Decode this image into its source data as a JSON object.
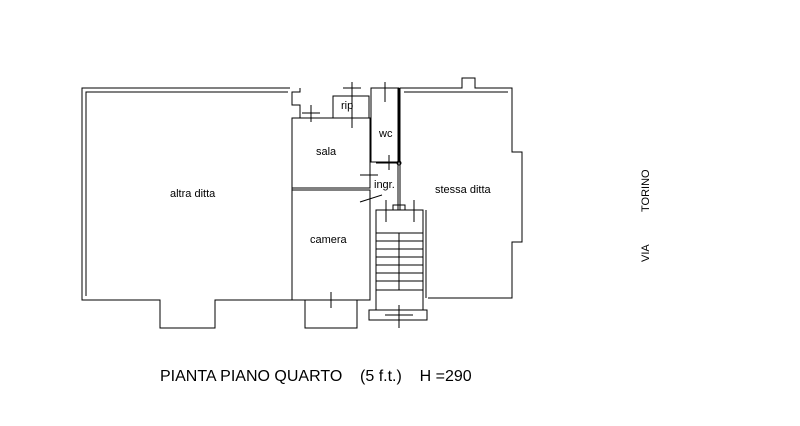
{
  "plan": {
    "title": "PIANTA PIANO QUARTO    (5 f.t.)    H =290",
    "rooms": {
      "altra_ditta": "altra ditta",
      "rip": "rip",
      "wc": "wc",
      "sala": "sala",
      "ingr": "ingr.",
      "stessa_ditta": "stessa ditta",
      "camera": "camera"
    },
    "street": {
      "via": "VIA",
      "torino": "TORINO"
    },
    "line_color": "#000000"
  }
}
